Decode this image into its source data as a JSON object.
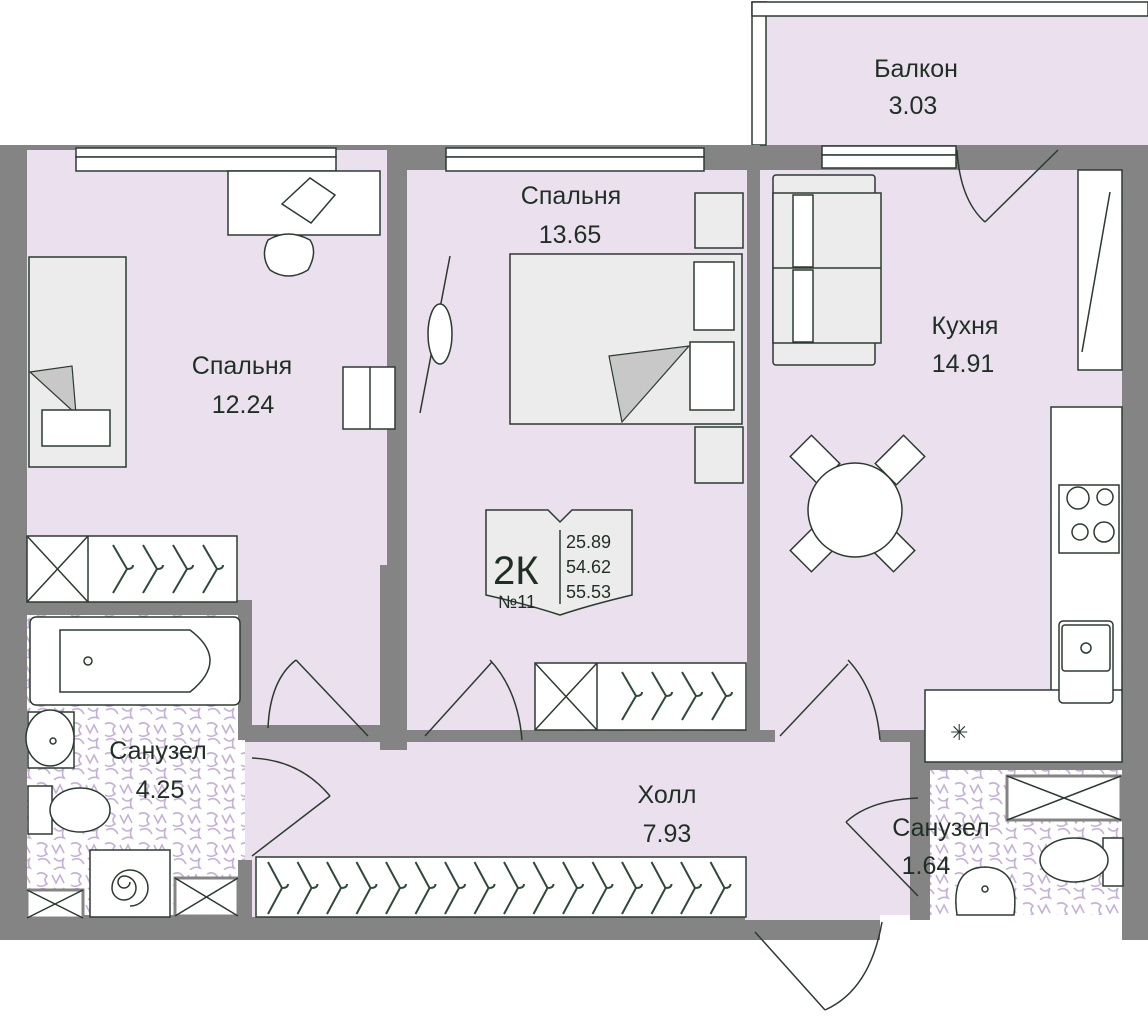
{
  "apartment": {
    "type_label": "2К",
    "number_label": "№11",
    "area_living": "25.89",
    "area_total": "54.62",
    "area_with_balcony": "55.53"
  },
  "rooms": {
    "balcony": {
      "name": "Балкон",
      "area": "3.03"
    },
    "bedroom_left": {
      "name": "Спальня",
      "area": "12.24"
    },
    "bedroom_center": {
      "name": "Спальня",
      "area": "13.65"
    },
    "kitchen": {
      "name": "Кухня",
      "area": "14.91"
    },
    "bathroom_left": {
      "name": "Санузел",
      "area": "4.25"
    },
    "hall": {
      "name": "Холл",
      "area": "7.93"
    },
    "bathroom_right": {
      "name": "Санузел",
      "area": "1.64"
    }
  },
  "colors": {
    "room_fill": "#ebe1ee",
    "wall": "#848484",
    "ink": "#1f2f24",
    "tile_pattern": "#c6b1d6"
  }
}
